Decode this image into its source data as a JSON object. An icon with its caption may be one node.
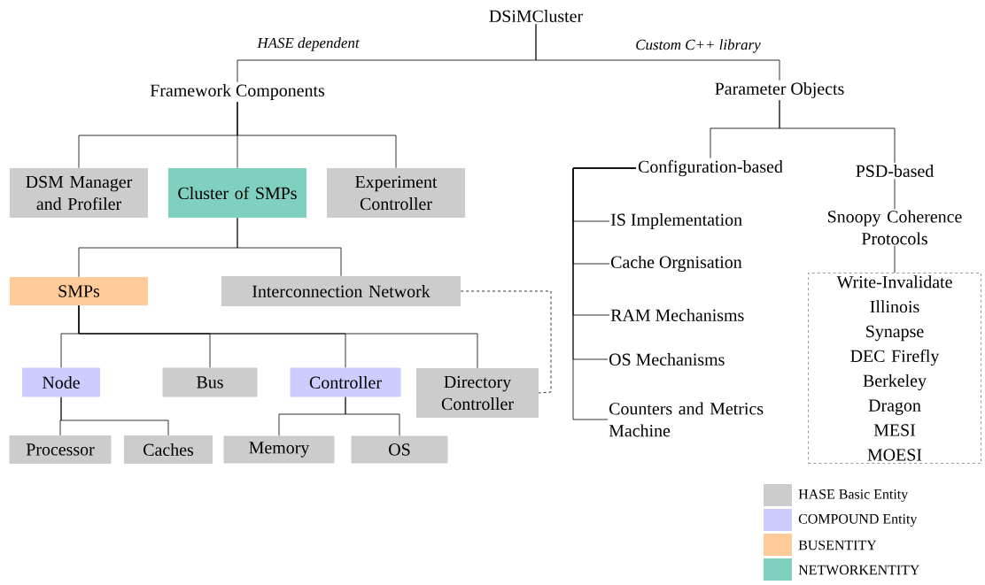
{
  "diagram": {
    "nodes": [
      {
        "text": [
          "DSiMCluster"
        ]
      },
      {
        "text": [
          "Framework Components"
        ]
      },
      {
        "text": [
          "Parameter Objects"
        ]
      },
      {
        "text": [
          "DSM Manager and Profiler"
        ]
      },
      {
        "text": [
          "Cluster of SMPs"
        ]
      },
      {
        "text": [
          "Experiment Controller"
        ]
      },
      {
        "text": [
          "SMPs"
        ]
      },
      {
        "text": [
          "Interconnection Network"
        ]
      },
      {
        "text": [
          "Node"
        ]
      },
      {
        "text": [
          "Bus"
        ]
      },
      {
        "text": [
          "Controller"
        ]
      },
      {
        "text": [
          "Directory Controller"
        ]
      },
      {
        "text": [
          "Processor"
        ]
      },
      {
        "text": [
          "Caches"
        ]
      },
      {
        "text": [
          "Memory"
        ]
      },
      {
        "text": [
          "OS"
        ]
      },
      {
        "text": [
          "Configuration-based"
        ]
      },
      {
        "text": [
          "PSD-based"
        ]
      },
      {
        "text": [
          "IS Implementation"
        ]
      },
      {
        "text": [
          "Cache Orgnisation"
        ]
      },
      {
        "text": [
          "RAM Mechanisms"
        ]
      },
      {
        "text": [
          "OS Mechanisms"
        ]
      },
      {
        "text": [
          "Counters and Metrics Machine"
        ]
      },
      {
        "text": [
          "Snoopy Coherence Protocols"
        ]
      },
      {
        "text": [
          "Write-Invalidate",
          "Illinois",
          "Synapse",
          "DEC Firefly",
          "Berkeley",
          "Dragon",
          "MESI",
          "MOESI"
        ]
      }
    ],
    "edges": [
      {
        "from": 0,
        "to": 1,
        "arrow": "none",
        "label": "HASE dependent"
      },
      {
        "from": 0,
        "to": 2,
        "arrow": "none",
        "label": "Custom C++ library"
      },
      {
        "from": 1,
        "to": 3,
        "arrow": "none"
      },
      {
        "from": 1,
        "to": 4,
        "arrow": "none"
      },
      {
        "from": 1,
        "to": 5,
        "arrow": "none"
      },
      {
        "from": 4,
        "to": 6,
        "arrow": "none"
      },
      {
        "from": 4,
        "to": 7,
        "arrow": "none"
      },
      {
        "from": 6,
        "to": 8,
        "arrow": "none"
      },
      {
        "from": 6,
        "to": 9,
        "arrow": "none"
      },
      {
        "from": 6,
        "to": 10,
        "arrow": "none"
      },
      {
        "from": 6,
        "to": 11,
        "arrow": "none"
      },
      {
        "from": 8,
        "to": 12,
        "arrow": "none"
      },
      {
        "from": 8,
        "to": 13,
        "arrow": "none"
      },
      {
        "from": 10,
        "to": 14,
        "arrow": "none"
      },
      {
        "from": 10,
        "to": 15,
        "arrow": "none"
      },
      {
        "from": 7,
        "to": 11,
        "arrow": "none",
        "style": "dashed"
      },
      {
        "from": 2,
        "to": 16,
        "arrow": "none"
      },
      {
        "from": 2,
        "to": 17,
        "arrow": "none"
      },
      {
        "from": 16,
        "to": 18,
        "arrow": "none"
      },
      {
        "from": 16,
        "to": 19,
        "arrow": "none"
      },
      {
        "from": 16,
        "to": 20,
        "arrow": "none"
      },
      {
        "from": 16,
        "to": 21,
        "arrow": "none"
      },
      {
        "from": 16,
        "to": 22,
        "arrow": "none"
      },
      {
        "from": 17,
        "to": 23,
        "arrow": "none"
      },
      {
        "from": 23,
        "to": 24,
        "arrow": "none"
      }
    ],
    "legend": [
      {
        "text": "HASE Basic Entity",
        "color": "#cccccc"
      },
      {
        "text": "COMPOUND Entity",
        "color": "#ccccff"
      },
      {
        "text": "BUSENTITY",
        "color": "#ffcc99"
      },
      {
        "text": "NETWORKENTITY",
        "color": "#80d0c0"
      }
    ]
  }
}
